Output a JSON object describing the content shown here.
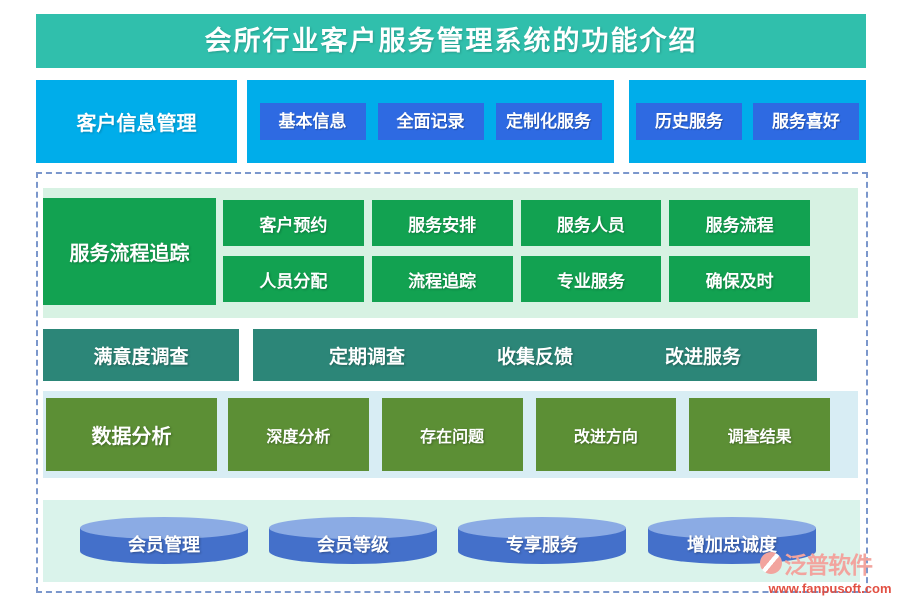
{
  "title": "会所行业客户服务管理系统的功能介绍",
  "customer_info": {
    "label": "客户信息管理",
    "group1": [
      "基本信息",
      "全面记录",
      "定制化服务"
    ],
    "group2": [
      "历史服务",
      "服务喜好"
    ]
  },
  "service_flow": {
    "label": "服务流程追踪",
    "row1": [
      "客户预约",
      "服务安排",
      "服务人员",
      "服务流程"
    ],
    "row2": [
      "人员分配",
      "流程追踪",
      "专业服务",
      "确保及时"
    ]
  },
  "satisfaction": {
    "label": "满意度调查",
    "items": [
      "定期调查",
      "收集反馈",
      "改进服务"
    ]
  },
  "data_analysis": {
    "label": "数据分析",
    "items": [
      "深度分析",
      "存在问题",
      "改进方向",
      "调查结果"
    ]
  },
  "membership": {
    "items": [
      "会员管理",
      "会员等级",
      "专享服务",
      "增加忠诚度"
    ]
  },
  "watermark": {
    "brand": "泛普软件",
    "url": "www.fanpusoft.com"
  },
  "colors": {
    "title_teal": "#30BFAC",
    "cyan": "#00ADEA",
    "blue_button": "#2E6AE2",
    "green": "#12A251",
    "mint_panel": "#D7F2E3",
    "teal_dark": "#2C8678",
    "olive": "#5C8F35",
    "light_blue_panel": "#D8EDF4",
    "bottom_mint_panel": "#DAF3EB",
    "cylinder_body": "#4470CA",
    "cylinder_top": "#8BABE4",
    "dashed_border": "#7B97CC",
    "brand_pink": "#F2A49E",
    "brand_red": "#E25043"
  }
}
